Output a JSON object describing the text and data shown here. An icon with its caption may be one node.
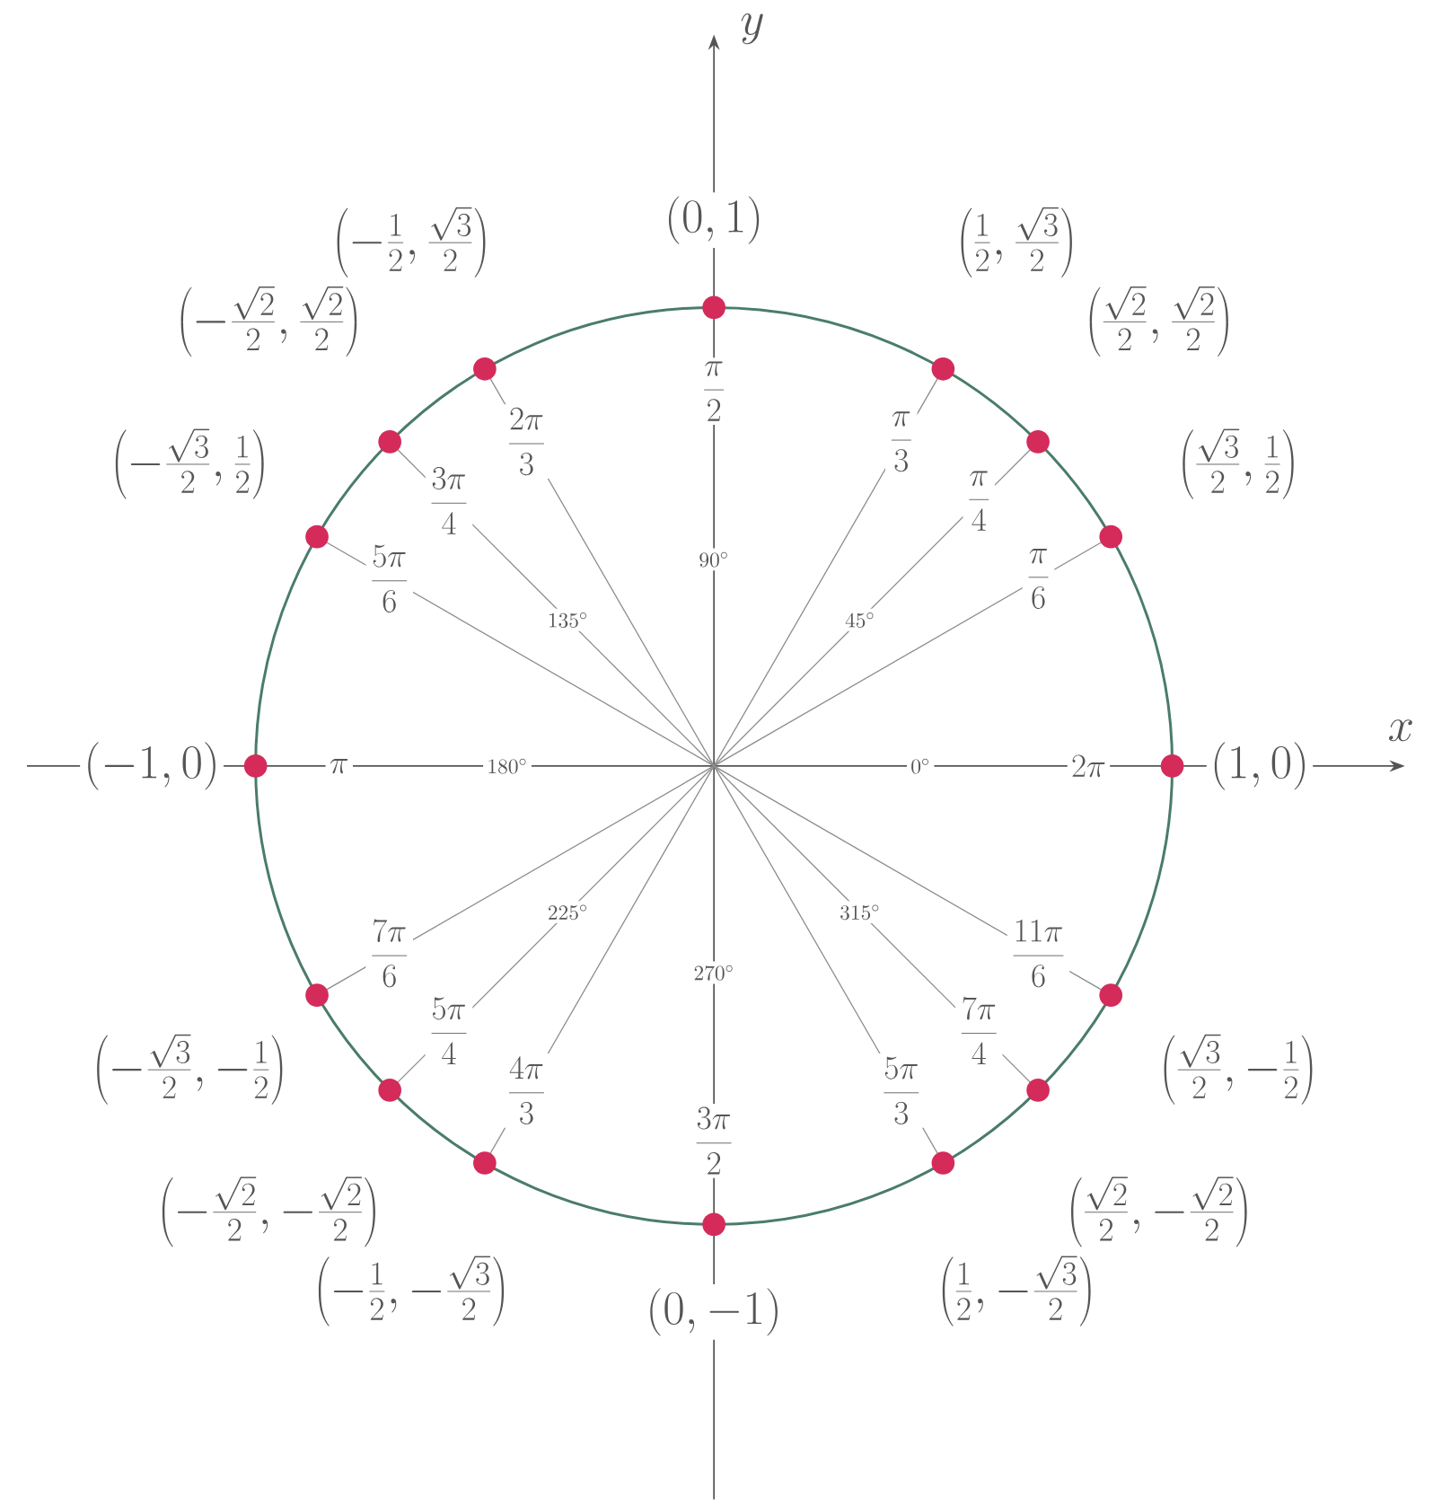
{
  "diagram": {
    "labels": [
      "y",
      "x",
      "(1,0)",
      "\\left(\\frac{\\sqrt{3}}{2},\\frac{1}{2}\\right)",
      "\\left(\\frac{\\sqrt{2}}{2},\\frac{\\sqrt{2}}{2}\\right)",
      "\\left(\\frac{1}{2},\\frac{\\sqrt{3}}{2}\\right)",
      "(0,1)",
      "\\left(-\\frac{1}{2},\\frac{\\sqrt{3}}{2}\\right)",
      "\\left(-\\frac{\\sqrt{2}}{2},\\frac{\\sqrt{2}}{2}\\right)",
      "\\left(-\\frac{\\sqrt{3}}{2},\\frac{1}{2}\\right)",
      "(-1,0)",
      "\\left(-\\frac{\\sqrt{3}}{2},-\\frac{1}{2}\\right)",
      "\\left(-\\frac{\\sqrt{2}}{2},-\\frac{\\sqrt{2}}{2}\\right)",
      "\\left(-\\frac{1}{2},-\\frac{\\sqrt{3}}{2}\\right)",
      "(0,-1)",
      "\\left(\\frac{1}{2},-\\frac{\\sqrt{3}}{2}\\right)",
      "\\left(\\frac{\\sqrt{2}}{2},-\\frac{\\sqrt{2}}{2}\\right)",
      "\\left(\\frac{\\sqrt{3}}{2},-\\frac{1}{2}\\right)",
      "2\\pi",
      "\\frac{\\pi}{6}",
      "\\frac{\\pi}{4}",
      "\\frac{\\pi}{3}",
      "\\frac{\\pi}{2}",
      "\\frac{2\\pi}{3}",
      "\\frac{3\\pi}{4}",
      "\\frac{5\\pi}{6}",
      "\\pi",
      "\\frac{7\\pi}{6}",
      "\\frac{5\\pi}{4}",
      "\\frac{4\\pi}{3}",
      "\\frac{3\\pi}{2}",
      "\\frac{5\\pi}{3}",
      "\\frac{7\\pi}{4}",
      "\\frac{11\\pi}{6}",
      "0^\\circ",
      "45^\\circ",
      "90^\\circ",
      "135^\\circ",
      "180^\\circ",
      "225^\\circ",
      "270^\\circ",
      "315^\\circ"
    ]
  }
}
